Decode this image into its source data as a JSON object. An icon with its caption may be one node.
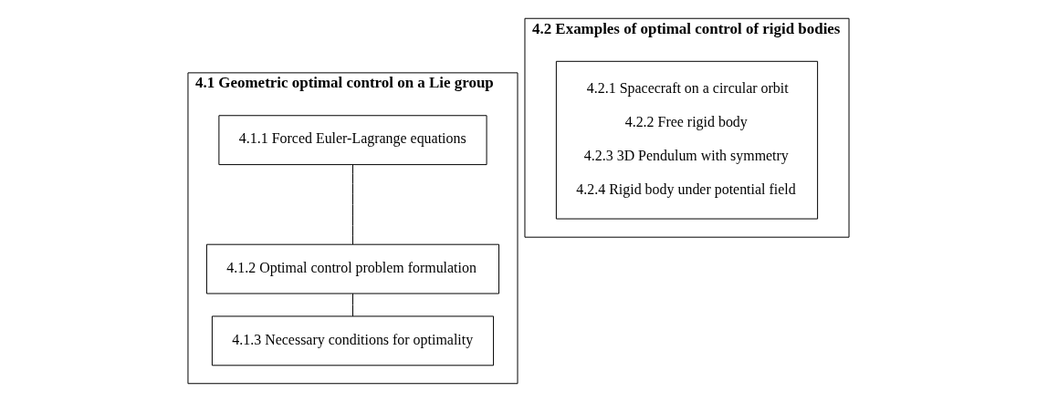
{
  "diagram": {
    "nodes": [
      {
        "text": [
          "4.1 Geometric optimal control on a Lie group"
        ]
      },
      {
        "text": [
          "4.1.1 Forced Euler-Lagrange equations"
        ],
        "in": 0
      },
      {
        "text": [
          "4.1.2 Optimal control problem formulation"
        ],
        "in": 0
      },
      {
        "text": [
          "4.1.3 Necessary conditions for optimality"
        ],
        "in": 0
      },
      {
        "text": [
          "4.2 Examples of optimal control of rigid bodies"
        ]
      },
      {
        "text": [
          "4.2.1 Spacecraft on a circular orbit",
          "4.2.2 Free rigid body",
          "4.2.3 3D Pendulum with symmetry",
          "4.2.4 Rigid body under potential field"
        ],
        "in": 4
      }
    ],
    "edges": [
      {
        "from": 1,
        "to": 2,
        "arrow": "none"
      },
      {
        "from": 2,
        "to": 3,
        "arrow": "none"
      }
    ]
  }
}
